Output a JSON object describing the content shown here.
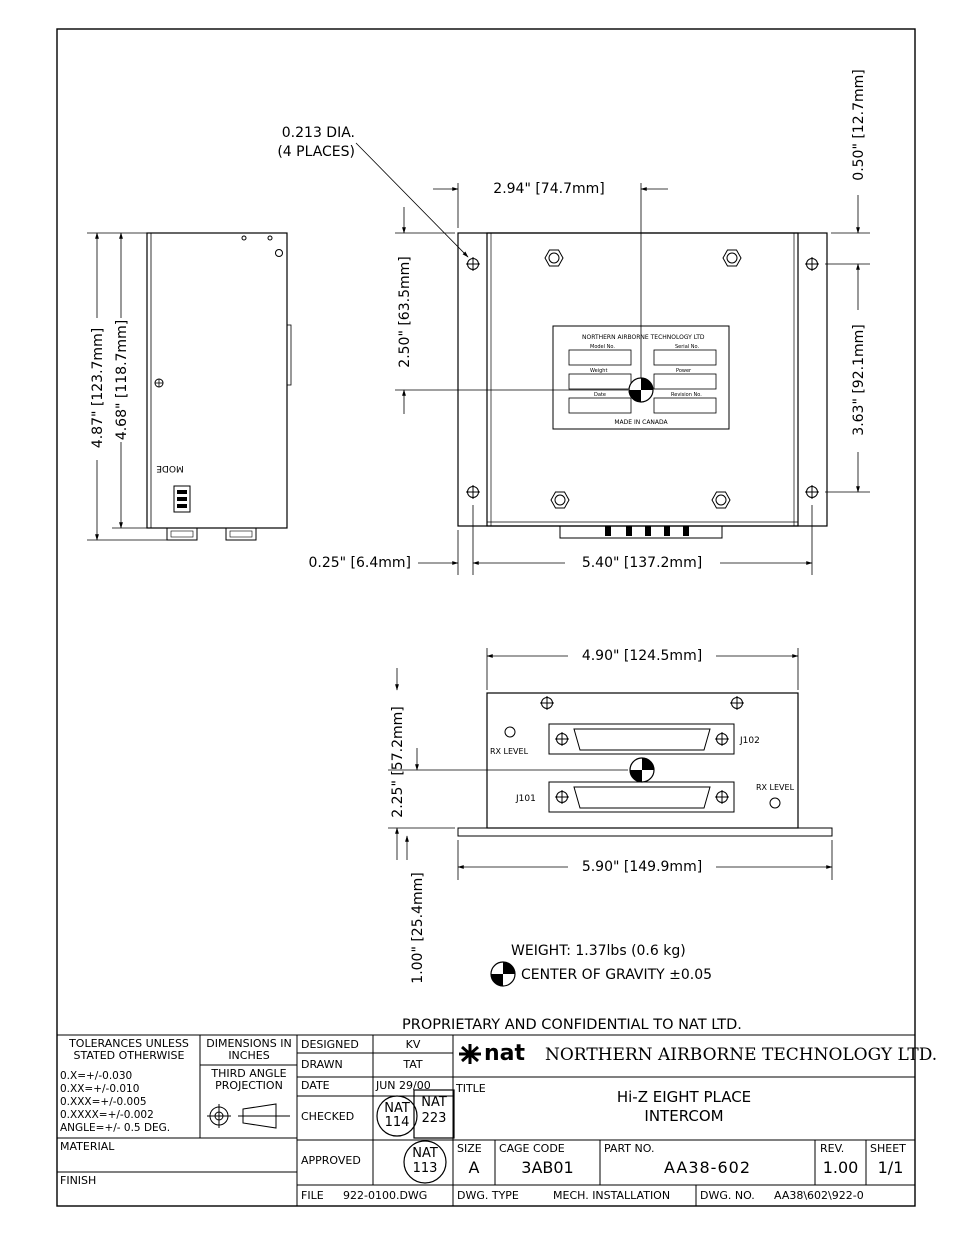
{
  "side_view": {
    "mode_label": "MODE",
    "dim_height_outer": "4.87\" [123.7mm]",
    "dim_height_inner": "4.68\" [118.7mm]"
  },
  "top_view": {
    "hole_note_line1": "0.213 DIA.",
    "hole_note_line2": "(4 PLACES)",
    "dim_cg_x": "2.94\" [74.7mm]",
    "dim_cg_y": "2.50\" [63.5mm]",
    "dim_top_margin": "0.50\" [12.7mm]",
    "dim_hole_spacing_v": "3.63\" [92.1mm]",
    "dim_flange": "0.25\" [6.4mm]",
    "dim_hole_spacing_h": "5.40\" [137.2mm]",
    "label": {
      "company": "NORTHERN AIRBORNE TECHNOLOGY LTD",
      "model": "Model No.",
      "serial": "Serial No.",
      "weight": "Weight",
      "power": "Power",
      "date": "Date",
      "revision": "Revision No.",
      "made": "MADE IN CANADA"
    }
  },
  "front_view": {
    "dim_body_width": "4.90\" [124.5mm]",
    "dim_cg_height": "2.25\" [57.2mm]",
    "dim_overall_width": "5.90\" [149.9mm]",
    "dim_clearance": "1.00\" [25.4mm]",
    "rx_level": "RX LEVEL",
    "j102": "J102",
    "j101": "J101"
  },
  "notes": {
    "weight": "WEIGHT: 1.37lbs (0.6 kg)",
    "cg": "CENTER OF GRAVITY ±0.05",
    "proprietary": "PROPRIETARY AND CONFIDENTIAL TO NAT LTD."
  },
  "title_block": {
    "tolerances_header": "TOLERANCES UNLESS STATED OTHERWISE",
    "tol_lines": [
      "0.X=+/-0.030",
      "0.XX=+/-0.010",
      "0.XXX=+/-0.005",
      "0.XXXX=+/-0.002",
      "ANGLE=+/- 0.5 DEG."
    ],
    "dimensions_header": "DIMENSIONS IN INCHES",
    "projection": "THIRD ANGLE PROJECTION",
    "material": "MATERIAL",
    "finish": "FINISH",
    "designed_label": "DESIGNED",
    "designed_value": "KV",
    "drawn_label": "DRAWN",
    "drawn_value": "TAT",
    "date_label": "DATE",
    "date_value": "JUN 29/00",
    "checked_label": "CHECKED",
    "approved_label": "APPROVED",
    "stamp1_line1": "NAT",
    "stamp1_line2": "114",
    "stamp2_line1": "NAT",
    "stamp2_line2": "223",
    "stamp3_line1": "NAT",
    "stamp3_line2": "113",
    "logo_text": "nat",
    "company": "NORTHERN AIRBORNE TECHNOLOGY LTD.",
    "title_label": "TITLE",
    "title_line1": "Hi-Z EIGHT PLACE",
    "title_line2": "INTERCOM",
    "size_label": "SIZE",
    "size_value": "A",
    "cage_label": "CAGE CODE",
    "cage_value": "3AB01",
    "part_label": "PART NO.",
    "part_value": "AA38-602",
    "rev_label": "REV.",
    "rev_value": "1.00",
    "sheet_label": "SHEET",
    "sheet_value": "1/1",
    "file_label": "FILE",
    "file_value": "922-0100.DWG",
    "dwg_type_label": "DWG. TYPE",
    "dwg_type_value": "MECH. INSTALLATION",
    "dwg_no_label": "DWG. NO.",
    "dwg_no_value": "AA38\\602\\922-0"
  }
}
